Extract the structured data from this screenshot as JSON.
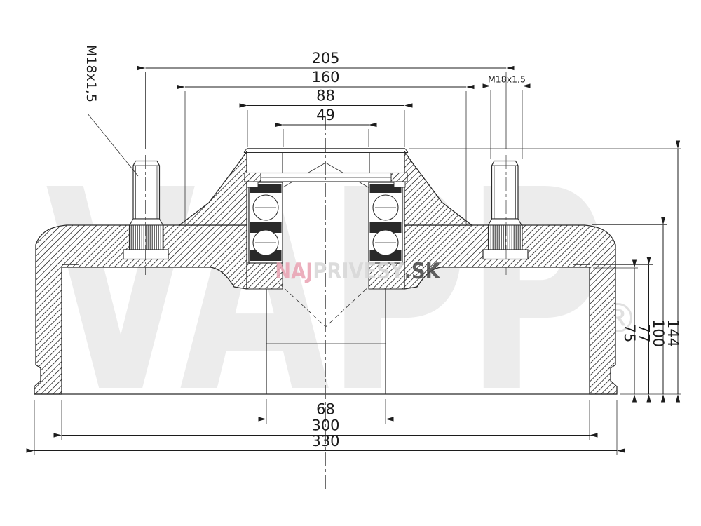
{
  "drawing": {
    "title_hint": "brake drum with hub cross-section",
    "dims_top": [
      {
        "label": "205"
      },
      {
        "label": "160"
      },
      {
        "label": "88"
      },
      {
        "label": "49"
      }
    ],
    "dims_right": [
      {
        "label": "144"
      },
      {
        "label": "100"
      },
      {
        "label": "77"
      },
      {
        "label": "75"
      }
    ],
    "dims_bottom": [
      {
        "label": "68"
      },
      {
        "label": "300"
      },
      {
        "label": "330"
      }
    ],
    "thread_label_left": "M18x1,5",
    "thread_label_right": "M18x1,5"
  },
  "watermark": {
    "brand": "VAPP",
    "registered": "®",
    "site_prefix": "NAJ",
    "site_mid": "PRIVESY",
    "site_suffix": ".SK",
    "brand_color": "#ececec",
    "prefix_color": "#e9a2b2",
    "mid_color": "#d7d7d7",
    "suffix_color": "#454545"
  },
  "colors": {
    "line": "#2b2b2b",
    "dim_line": "#2f2f2f",
    "background": "#ffffff"
  }
}
